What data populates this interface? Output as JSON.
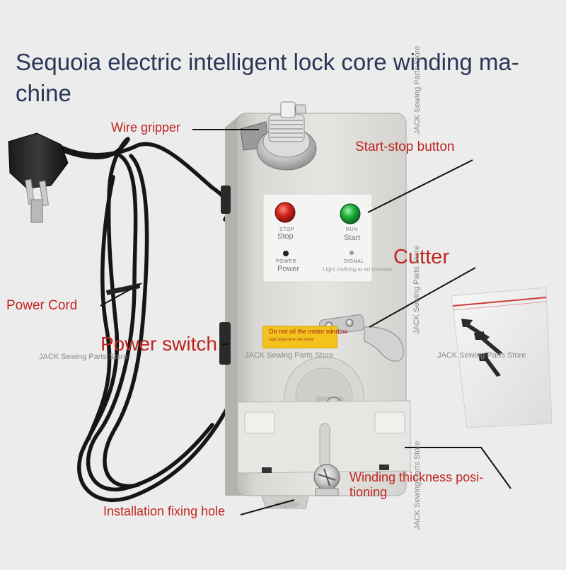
{
  "title": "Sequoia electric intelligent lock core winding ma-\nchine",
  "labels": {
    "wire_gripper": "Wire gripper",
    "start_stop_button": "Start-stop button",
    "cutter": "Cutter",
    "power_cord": "Power Cord",
    "power_switch": "Power switch",
    "winding_thickness": "Winding thickness posi-\ntioning",
    "installation_hole": "Installation fixing hole"
  },
  "panel": {
    "stop_en": "STOP",
    "stop_cn": "Stop",
    "run_en": "RUN",
    "run_cn": "Start",
    "power_en": "POWER",
    "power_cn": "Power",
    "signal_en": "SIGNAL",
    "signal_cn": "Light clothing at ed member"
  },
  "warning": {
    "line1": "Do not oil the motor window",
    "line2": "Light drop oil on the motor"
  },
  "watermarks": {
    "horizontal": [
      "JACK Sewing Parts Store",
      "JACK Sewing Parts Store",
      "JACK Sewing Parts Store"
    ],
    "vertical": [
      "JACK Sewing Parts Store",
      "JACK Sewing Parts Store",
      "JACK Sewing Parts Store"
    ]
  },
  "colors": {
    "background": "#ececec",
    "title": "#2a3557",
    "label": "#c0251f",
    "stop_button": "#d3241c",
    "run_button": "#1fae3a",
    "warning_sticker": "#f2c31c"
  }
}
